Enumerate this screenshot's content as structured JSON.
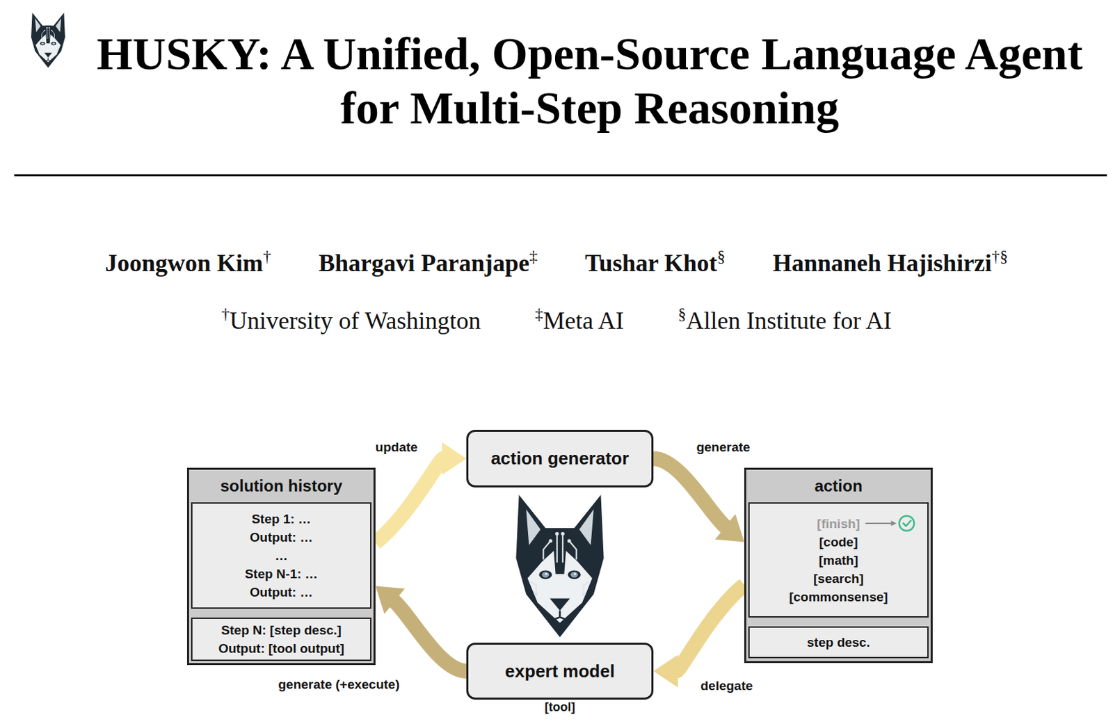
{
  "diagram": {
    "title": "HUSKY: A Unified, Open-Source Language Agent for Multi-Step Reasoning",
    "nodes": [
      {
        "text": [
          "action generator"
        ]
      },
      {
        "text": [
          "solution history"
        ]
      },
      {
        "text": [
          "Step 1: …",
          "Output: …",
          "…",
          "Step N-1: …",
          "Output: …"
        ],
        "in": 1
      },
      {
        "text": [
          "Step N: [step desc.]",
          "Output: [tool output]"
        ],
        "in": 1
      },
      {
        "text": [
          "action"
        ]
      },
      {
        "text": [
          "[finish]",
          "[code]",
          "[math]",
          "[search]",
          "[commonsense]"
        ],
        "in": 4
      },
      {
        "text": [
          "step desc."
        ],
        "in": 4
      },
      {
        "text": [
          "expert model",
          "[tool]"
        ]
      }
    ],
    "edges": [
      {
        "from": 1,
        "to": 0,
        "arrow": "to",
        "label": "update"
      },
      {
        "from": 0,
        "to": 4,
        "arrow": "to",
        "label": "generate"
      },
      {
        "from": 4,
        "to": 7,
        "arrow": "to",
        "label": "delegate"
      },
      {
        "from": 7,
        "to": 1,
        "arrow": "to",
        "label": "generate (+execute)"
      }
    ],
    "labels": [
      "Joongwon Kim",
      "†",
      "Bhargavi Paranjape",
      "‡",
      "Tushar Khot",
      "§",
      "Hannaneh Hajishirzi",
      "†§",
      "†",
      "University of Washington",
      "‡",
      "Meta AI",
      "§",
      "Allen Institute for AI"
    ]
  }
}
